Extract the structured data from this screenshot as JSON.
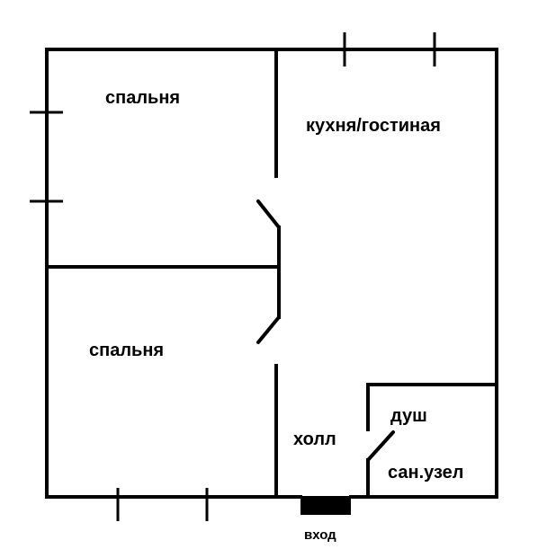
{
  "rooms": {
    "bedroom_top": "спальня",
    "kitchen_living": "кухня/гостиная",
    "bedroom_bottom": "спальня",
    "hall": "холл",
    "shower": "душ",
    "bathroom": "сан.узел"
  },
  "entrance": {
    "label": "вход"
  }
}
